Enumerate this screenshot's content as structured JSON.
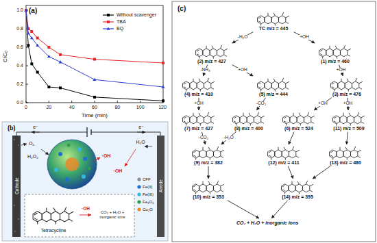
{
  "diagram": {
    "nodes": [
      {
        "text": [
          "TC m/z = 445"
        ]
      },
      {
        "text": [
          "(2) m/z = 427"
        ]
      },
      {
        "text": [
          "(1) m/z = 460"
        ]
      },
      {
        "text": [
          "(4) m/z = 410"
        ]
      },
      {
        "text": [
          "(5) m/z = 444"
        ]
      },
      {
        "text": [
          "(3) m/z = 476"
        ]
      },
      {
        "text": [
          "(7) m/z = 427"
        ]
      },
      {
        "text": [
          "(8) m/z = 400"
        ]
      },
      {
        "text": [
          "(6) m/z = 524"
        ]
      },
      {
        "text": [
          "(11) m/z = 509"
        ]
      },
      {
        "text": [
          "(9) m/z = 382"
        ]
      },
      {
        "text": [
          "(12) m/z = 411"
        ]
      },
      {
        "text": [
          "(13) m/z = 480"
        ]
      },
      {
        "text": [
          "(10) m/z = 353"
        ]
      },
      {
        "text": [
          "(14) m/z = 395"
        ]
      },
      {
        "text": [
          "CO₂ + H₂O + inorganic ions"
        ]
      }
    ],
    "edges": [
      {
        "from": 0,
        "to": 1,
        "arrow": "to",
        "label": "-H₂O"
      },
      {
        "from": 0,
        "to": 2,
        "arrow": "to",
        "label": "+OH"
      },
      {
        "from": 1,
        "to": 3,
        "arrow": "to",
        "label": "-NH₃"
      },
      {
        "from": 1,
        "to": 4,
        "arrow": "to",
        "label": "+OH"
      },
      {
        "from": 2,
        "to": 5,
        "arrow": "to",
        "label": "+OH"
      },
      {
        "from": 3,
        "to": 6,
        "arrow": "to",
        "label": "+OH"
      },
      {
        "from": 4,
        "to": 7,
        "arrow": "to",
        "label": "-CO₂"
      },
      {
        "from": 5,
        "to": 8,
        "arrow": "to",
        "label": "+OH"
      },
      {
        "from": 5,
        "to": 9,
        "arrow": "to",
        "label": "+OH"
      },
      {
        "from": 6,
        "to": 10,
        "arrow": "to",
        "label": "-CO₂"
      },
      {
        "from": 7,
        "to": 10,
        "arrow": "to",
        "label": "-H₂O"
      },
      {
        "from": 8,
        "to": 11,
        "arrow": "to"
      },
      {
        "from": 9,
        "to": 12,
        "arrow": "to"
      },
      {
        "from": 10,
        "to": 13,
        "arrow": "to"
      },
      {
        "from": 11,
        "to": 14,
        "arrow": "to"
      },
      {
        "from": 12,
        "to": 14,
        "arrow": "to"
      },
      {
        "from": 13,
        "to": 15,
        "arrow": "to"
      },
      {
        "from": 14,
        "to": 15,
        "arrow": "to"
      }
    ],
    "labels": [
      "(a)",
      "0.0",
      "0.2",
      "0.4",
      "0.6",
      "0.8",
      "1.0",
      "0",
      "20",
      "40",
      "60",
      "80",
      "100",
      "120",
      "C/C₀",
      "Time (min)",
      "(b)",
      "Cathode",
      "Anode",
      "e⁻",
      "e⁻",
      "O₂",
      "H₂O₂",
      "·OH",
      "H₂O",
      "·OH",
      "Tetracycline",
      "·OH",
      "CO₂ + H₂O + inorganic ions",
      "(c)"
    ],
    "legend": [
      {
        "text": "Without scavenger",
        "color": "#000000"
      },
      {
        "text": "TBA",
        "color": "#e8262a"
      },
      {
        "text": "BQ",
        "color": "#2c3fd6"
      },
      {
        "text": "CFF",
        "color": "#8c8c8c"
      },
      {
        "text": "Fe(II)",
        "color": "#1f6fd1"
      },
      {
        "text": "Fe(III)",
        "color": "#35b7e0"
      },
      {
        "text": "Fe₃O₄",
        "color": "#2e9e4a"
      },
      {
        "text": "Cu₂O",
        "color": "#e8892a"
      }
    ]
  }
}
